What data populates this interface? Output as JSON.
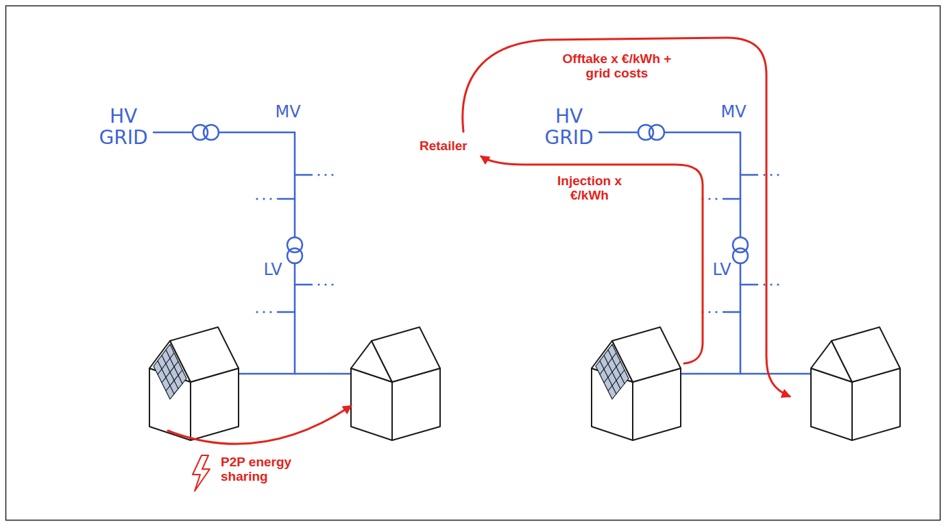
{
  "diagram": {
    "labels": [
      "HV GRID",
      "MV",
      "LV",
      "P2P energy sharing",
      "Offtake x €/kWh + grid costs",
      "Retailer",
      "HV GRID",
      "MV",
      "Injection x €/kWh",
      "LV"
    ]
  }
}
